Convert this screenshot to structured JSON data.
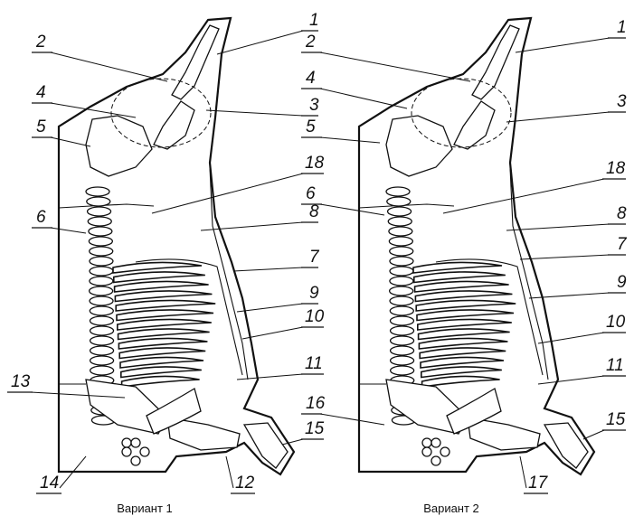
{
  "figures": [
    {
      "caption": "Вариант 1",
      "labels": [
        "1",
        "2",
        "3",
        "4",
        "5",
        "6",
        "7",
        "8",
        "9",
        "10",
        "11",
        "12",
        "13",
        "14",
        "15",
        "18"
      ]
    },
    {
      "caption": "Вариант 2",
      "labels": [
        "1",
        "2",
        "3",
        "4",
        "5",
        "6",
        "7",
        "8",
        "9",
        "10",
        "11",
        "15",
        "16",
        "17",
        "18"
      ]
    }
  ]
}
